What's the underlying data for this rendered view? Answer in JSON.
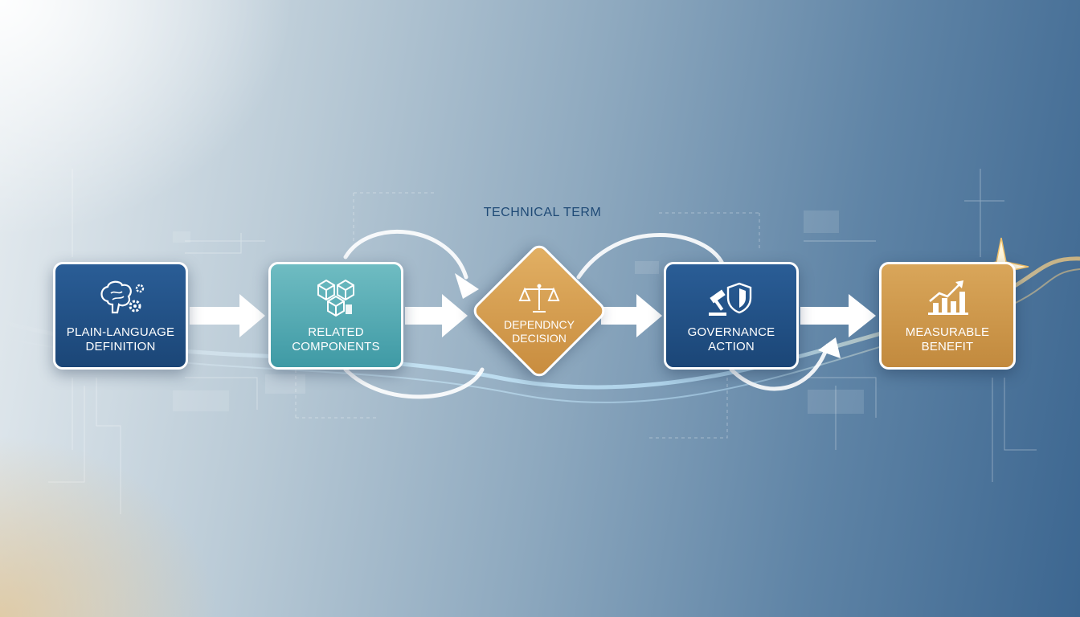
{
  "diagram": {
    "title": "TECHNICAL TERM",
    "nodes": [
      {
        "label": "PLAIN-LANGUAGE\nDEFINITION",
        "icon": "brain-gears-icon",
        "color": "#1f4f85"
      },
      {
        "label": "RELATED\nCOMPONENTS",
        "icon": "cubes-icon",
        "color": "#4ea7b0"
      },
      {
        "label": "DEPENDNCY\nDECISION",
        "icon": "balance-scale-icon",
        "color": "#d19a4c"
      },
      {
        "label": "GOVERNANCE\nACTION",
        "icon": "gavel-shield-icon",
        "color": "#1f4f85"
      },
      {
        "label": "MEASURABLE\nBENEFIT",
        "icon": "growth-chart-icon",
        "color": "#cc9448"
      }
    ],
    "edges": [
      {
        "from": 0,
        "to": 1
      },
      {
        "from": 1,
        "to": 2
      },
      {
        "from": 2,
        "to": 3
      },
      {
        "from": 3,
        "to": 4
      }
    ]
  }
}
